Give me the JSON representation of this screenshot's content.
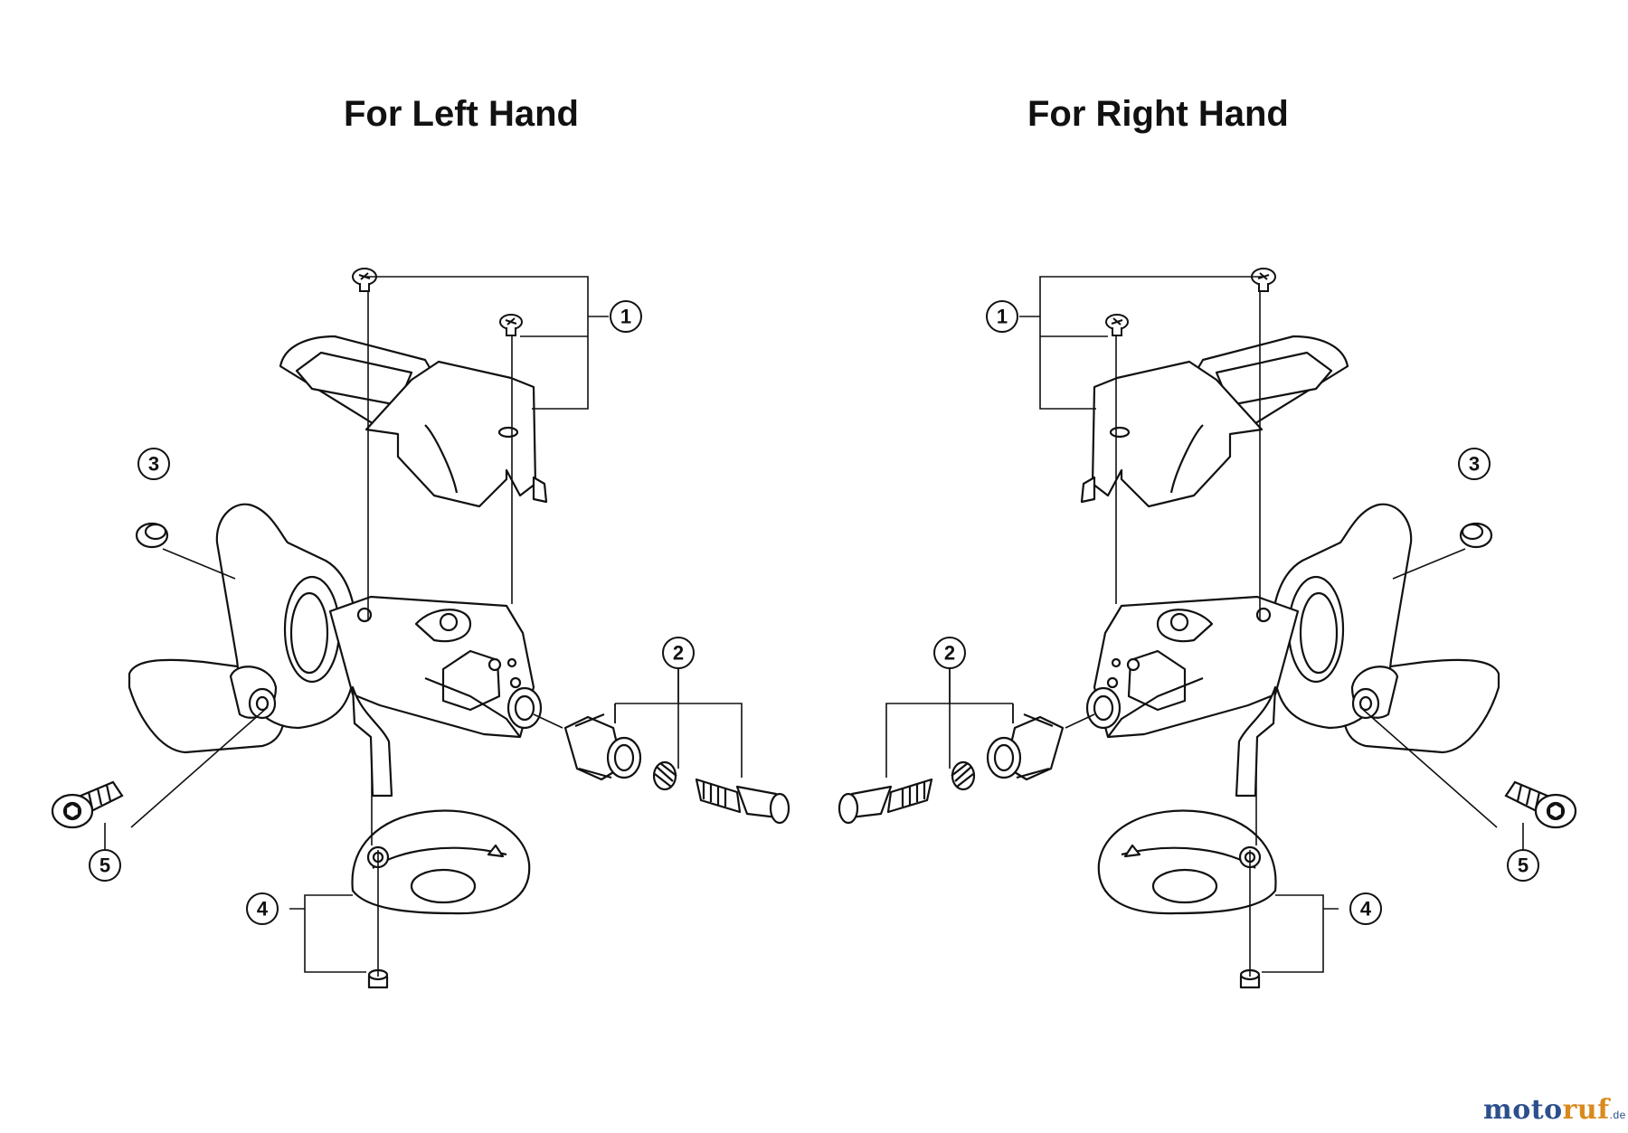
{
  "titles": {
    "left": "For Left Hand",
    "right": "For Right Hand"
  },
  "callouts": [
    "1",
    "2",
    "3",
    "4",
    "5"
  ],
  "logo": {
    "part1": "moto",
    "part2": "ruf",
    "suffix": ".de"
  }
}
